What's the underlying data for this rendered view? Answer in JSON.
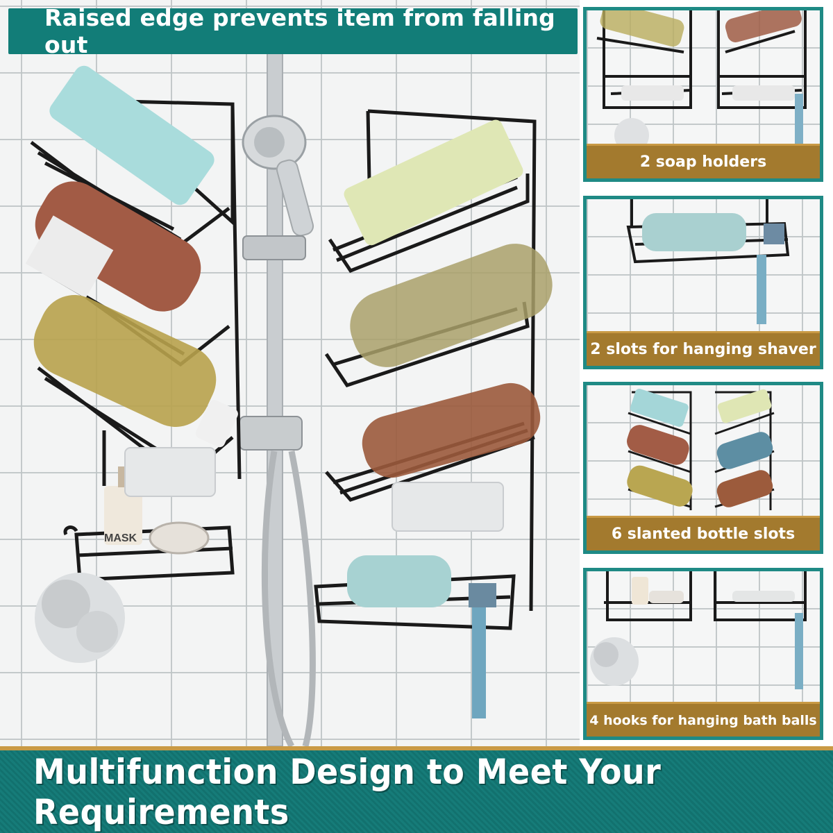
{
  "top_banner": {
    "text": "Raised edge prevents item from falling out"
  },
  "main_photo": {
    "label_soap_tube": "",
    "product_labels": [
      "MASK"
    ]
  },
  "panels": [
    {
      "caption": "2 soap holders"
    },
    {
      "caption": "2 slots for hanging shaver"
    },
    {
      "caption": "6 slanted bottle slots"
    },
    {
      "caption": "4 hooks for hanging bath balls"
    }
  ],
  "bottom_banner": {
    "text": "Multifunction Design to Meet Your Requirements"
  },
  "colors": {
    "teal": "#127d78",
    "panel_border": "#1f8a85",
    "gold": "#a37a2e",
    "rack_black": "#1a1a1a"
  }
}
